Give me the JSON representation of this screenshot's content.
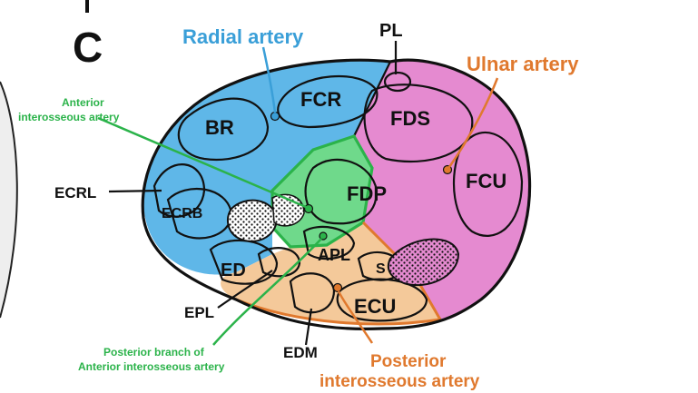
{
  "panel_letter": "C",
  "labels": {
    "radial_artery": "Radial artery",
    "ulnar_artery": "Ulnar artery",
    "anterior_interosseous_1": "Anterior",
    "anterior_interosseous_2": "interosseous artery",
    "posterior_branch_1": "Posterior branch of",
    "posterior_branch_2": "Anterior interosseous artery",
    "posterior_interosseous_1": "Posterior",
    "posterior_interosseous_2": "interosseous artery",
    "pl": "PL",
    "fcr": "FCR",
    "br": "BR",
    "fds": "FDS",
    "fcu": "FCU",
    "fdp": "FDP",
    "ecrl": "ECRL",
    "ecrb": "ECRB",
    "apl": "APL",
    "s": "S",
    "ed": "ED",
    "epl": "EPL",
    "ecu": "ECU",
    "edm": "EDM"
  },
  "colors": {
    "radial_compartment": "#5fb7e8",
    "ulnar_compartment": "#e58ad0",
    "deep_flexor_compartment": "#6fd98b",
    "extensor_compartment": "#f4c99a",
    "radial_label": "#3a9fd8",
    "ulnar_label": "#e0792e",
    "anterior_interosseous_label": "#2bb34a",
    "posterior_interosseous_label": "#e0792e",
    "outline": "#111111"
  }
}
